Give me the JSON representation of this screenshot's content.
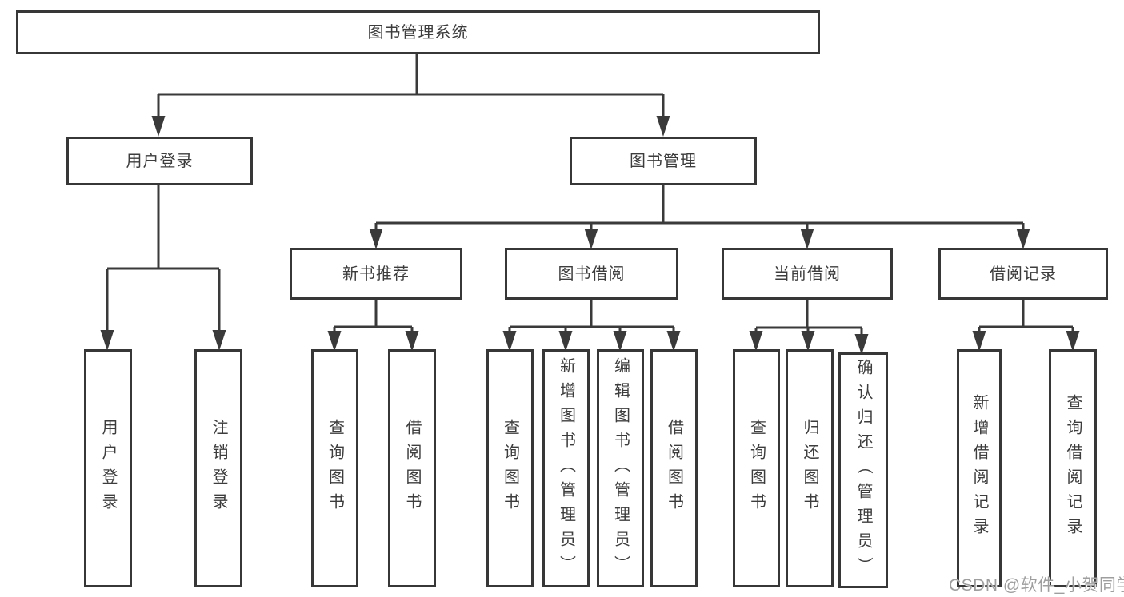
{
  "diagram": {
    "type": "hierarchy-diagram",
    "background": "#ffffff",
    "line_color": "#3a3a3a",
    "text_color": "#3d3d3d",
    "watermark": {
      "text": "CSDN @软件_小贺同学",
      "color": "#9e9e9e"
    },
    "nodes": {
      "root": {
        "label": "图书管理系统"
      },
      "user_login": {
        "label": "用户登录"
      },
      "book_mgmt": {
        "label": "图书管理"
      },
      "new_book_rec": {
        "label": "新书推荐"
      },
      "book_borrow": {
        "label": "图书借阅"
      },
      "current_borrow": {
        "label": "当前借阅"
      },
      "borrow_record": {
        "label": "借阅记录"
      },
      "leaf_user_login": {
        "label": "用户登录"
      },
      "leaf_logout": {
        "label": "注销登录"
      },
      "leaf_rec_query": {
        "label": "查询图书"
      },
      "leaf_rec_borrow": {
        "label": "借阅图书"
      },
      "leaf_bb_query": {
        "label": "查询图书"
      },
      "leaf_bb_add": {
        "label": "新增图书（管理员）"
      },
      "leaf_bb_edit": {
        "label": "编辑图书（管理员）"
      },
      "leaf_bb_borrow": {
        "label": "借阅图书"
      },
      "leaf_cur_query": {
        "label": "查询图书"
      },
      "leaf_cur_return": {
        "label": "归还图书"
      },
      "leaf_cur_confirm": {
        "label": "确认归还（管理员）"
      },
      "leaf_rd_add": {
        "label": "新增借阅记录"
      },
      "leaf_rd_query": {
        "label": "查询借阅记录"
      }
    },
    "hierarchy": {
      "图书管理系统": {
        "用户登录": [
          "用户登录",
          "注销登录"
        ],
        "图书管理": {
          "新书推荐": [
            "查询图书",
            "借阅图书"
          ],
          "图书借阅": [
            "查询图书",
            "新增图书（管理员）",
            "编辑图书（管理员）",
            "借阅图书"
          ],
          "当前借阅": [
            "查询图书",
            "归还图书",
            "确认归还（管理员）"
          ],
          "借阅记录": [
            "新增借阅记录",
            "查询借阅记录"
          ]
        }
      }
    }
  }
}
